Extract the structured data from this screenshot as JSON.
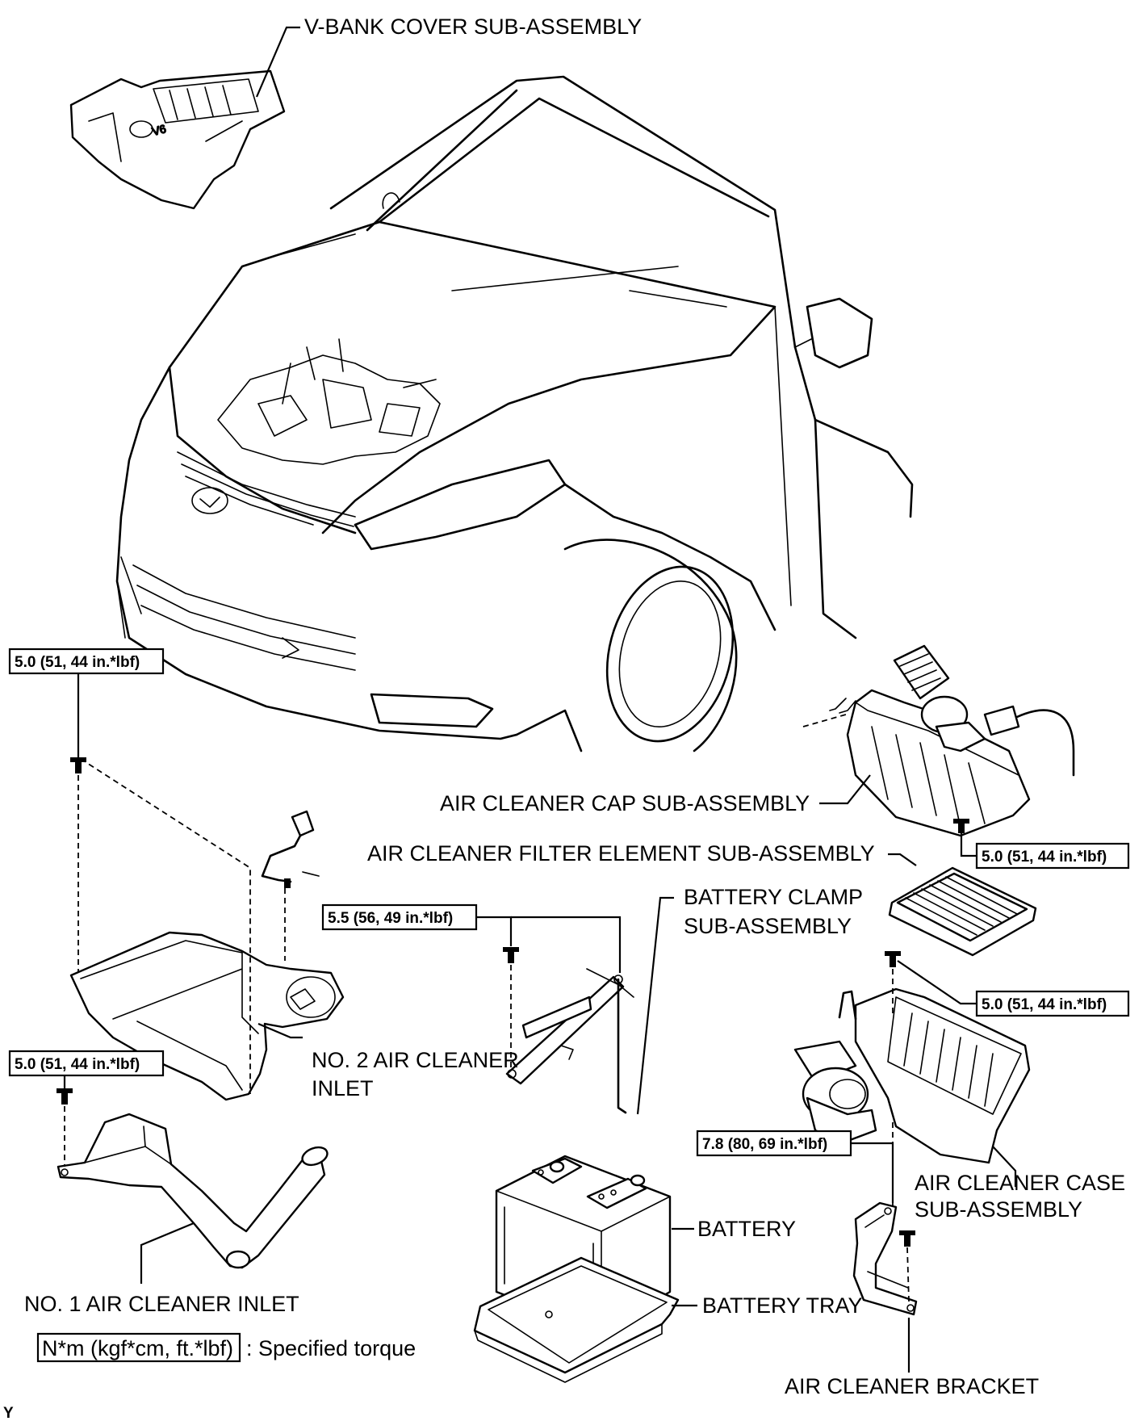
{
  "labels": {
    "v_bank_cover": "V-BANK COVER SUB-ASSEMBLY",
    "air_cleaner_cap": "AIR CLEANER CAP SUB-ASSEMBLY",
    "filter_element": "AIR CLEANER FILTER ELEMENT SUB-ASSEMBLY",
    "battery_clamp_1": "BATTERY CLAMP",
    "battery_clamp_2": "SUB-ASSEMBLY",
    "no2_inlet_1": "NO. 2 AIR CLEANER",
    "no2_inlet_2": "INLET",
    "case_1": "AIR CLEANER CASE",
    "case_2": "SUB-ASSEMBLY",
    "battery": "BATTERY",
    "battery_tray": "BATTERY TRAY",
    "no1_inlet": "NO. 1 AIR CLEANER INLET",
    "bracket": "AIR CLEANER BRACKET",
    "cover_badge": "V6",
    "corner_mark": "Y"
  },
  "torques": {
    "no2_inlet_bolt": "5.0 (51, 44 in.*lbf)",
    "cap_bolt": "5.0 (51, 44 in.*lbf)",
    "clamp_bolt": "5.5 (56, 49 in.*lbf)",
    "case_bolt": "5.0 (51, 44 in.*lbf)",
    "no1_inlet_bolt": "5.0 (51, 44 in.*lbf)",
    "bracket_bolt": "7.8 (80, 69 in.*lbf)"
  },
  "legend": {
    "units": "N*m (kgf*cm, ft.*lbf)",
    "text": ": Specified torque"
  }
}
